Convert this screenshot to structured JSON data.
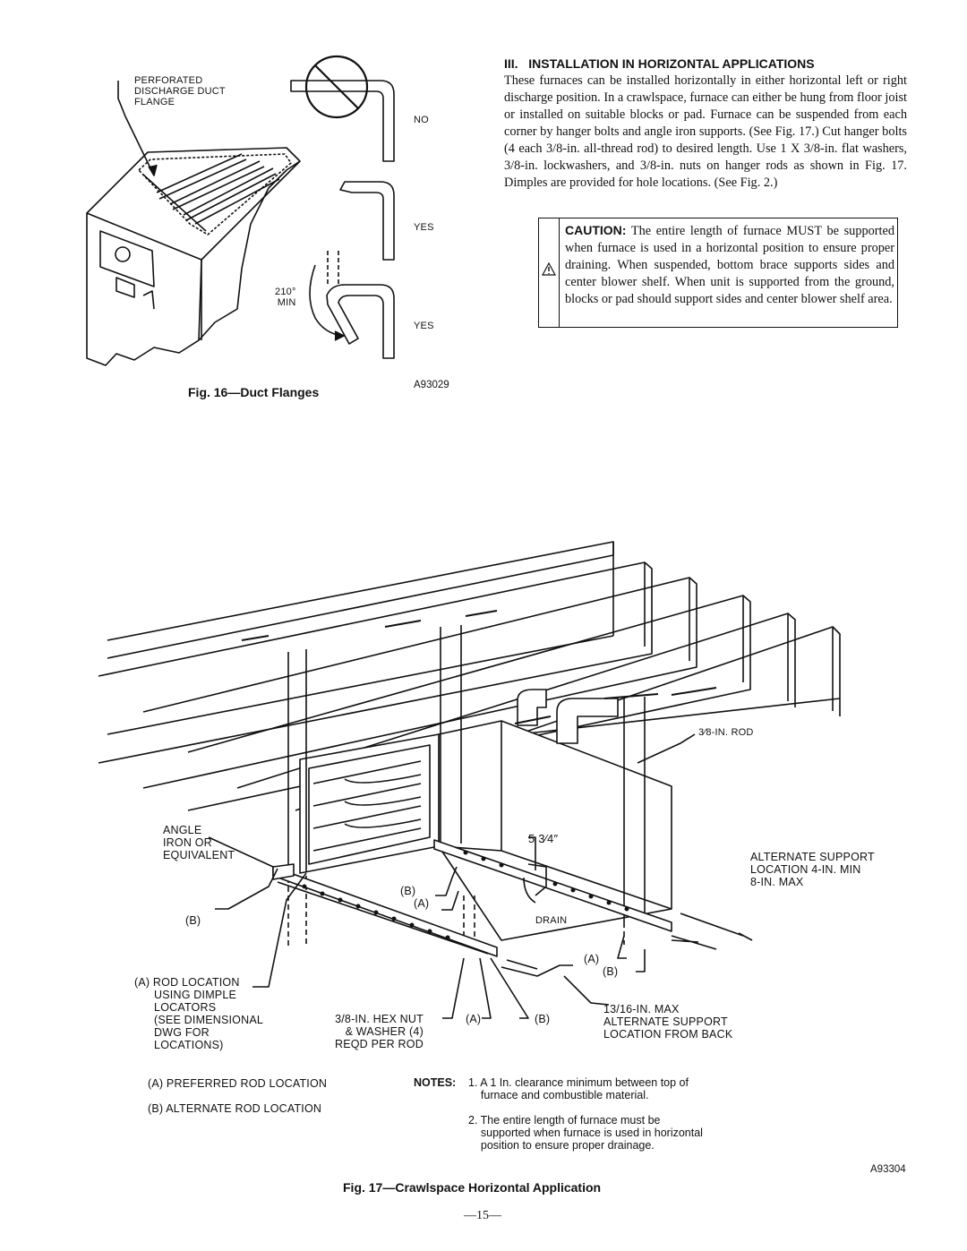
{
  "fig16": {
    "label_flange": "PERFORATED\nDISCHARGE DUCT\nFLANGE",
    "label_no": "NO",
    "label_yes1": "YES",
    "label_angle": "210°\nMIN",
    "label_yes2": "YES",
    "code": "A93029",
    "caption": "Fig. 16—Duct Flanges"
  },
  "section": {
    "heading": "III.   INSTALLATION IN HORIZONTAL APPLICATIONS",
    "body": "These furnaces can be installed horizontally in either horizontal left or right discharge position. In a crawlspace, furnace can either be hung from floor joist or installed on suitable blocks or pad. Furnace can be suspended from each corner by hanger bolts and angle iron supports. (See Fig. 17.) Cut hanger bolts (4 each 3/8-in. all-thread rod) to desired length. Use 1 X 3/8-in. flat washers, 3/8-in. lockwashers, and 3/8-in. nuts on hanger rods as shown in Fig. 17. Dimples are provided for hole locations. (See Fig. 2.)"
  },
  "caution": {
    "title": "CAUTION:",
    "text": " The entire length of furnace MUST be supported when furnace is used in a horizontal position to ensure proper draining. When suspended, bottom brace supports sides and center blower shelf. When unit is supported from the ground, blocks or pad should support sides and center blower shelf area."
  },
  "fig17": {
    "rod": "3⁄8-IN. ROD",
    "dim": "5 3⁄4″",
    "angle_iron": "ANGLE\nIRON OR\nEQUIVALENT",
    "alt_support": "ALTERNATE SUPPORT\nLOCATION 4-IN. MIN\n8-IN. MAX",
    "b_mid": "(B)",
    "a_mid": "(A)",
    "b_left": "(B)",
    "drain": "DRAIN",
    "a_right": "(A)",
    "b_right": "(B)",
    "rod_location": "(A) ROD LOCATION\n      USING DIMPLE\n      LOCATORS\n      (SEE DIMENSIONAL\n      DWG FOR\n      LOCATIONS)",
    "hex_nut": "3/8-IN. HEX NUT\n& WASHER (4)\nREQD PER ROD",
    "a_bottom": "(A)",
    "b_bottom": "(B)",
    "max": "13/16-IN. MAX\nALTERNATE SUPPORT\nLOCATION FROM BACK",
    "legend_a": "(A) PREFERRED ROD LOCATION",
    "legend_b": "(B) ALTERNATE ROD LOCATION",
    "notes_label": "NOTES:",
    "note1": "1. A 1 In. clearance minimum between top of\n    furnace and combustible material.",
    "note2": "2. The entire length of furnace must be\n    supported when furnace is used in horizontal\n    position to ensure proper drainage.",
    "code": "A93304",
    "caption": "Fig. 17—Crawlspace Horizontal Application"
  },
  "page_number": "—15—"
}
